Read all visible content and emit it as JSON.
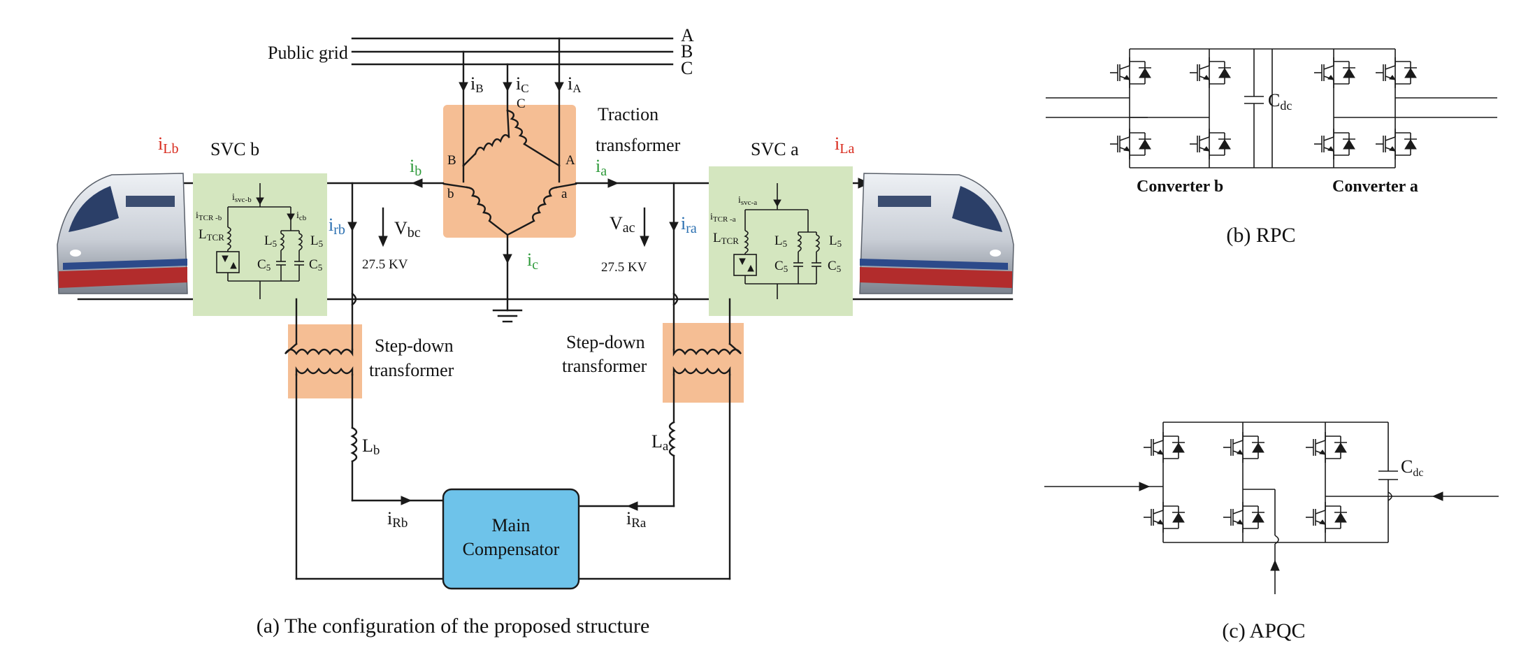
{
  "colors": {
    "current_green": "#2e9a3a",
    "current_blue": "#2a6fb0",
    "current_red": "#d8291c",
    "svc_box": "#d4e6bf",
    "transformer_box": "#f5be94",
    "compensator_box": "#6ec3ea"
  },
  "panel_a": {
    "caption": "(a) The configuration of the proposed structure",
    "grid_label": "Public grid",
    "phases": [
      "A",
      "B",
      "C"
    ],
    "grid_currents": {
      "B": "B",
      "C": "C",
      "A": "A"
    },
    "traction_transformer": {
      "title_line1": "Traction",
      "title_line2": "transformer",
      "corner_C": "C",
      "corner_B": "B",
      "corner_A": "A",
      "corner_b": "b",
      "corner_a": "a"
    },
    "currents": {
      "ib": "b",
      "ia": "a",
      "ic": "c",
      "irb": "rb",
      "ira": "ra",
      "iLb": "Lb",
      "iLa": "La",
      "iRb": "Rb",
      "iRa": "Ra"
    },
    "voltages": {
      "vbc_sub": "bc",
      "vac_sub": "ac",
      "vbc_level": "27.5 KV",
      "vac_level": "27.5 KV"
    },
    "svc_b": {
      "title": "SVC b",
      "isvc": "svc-b",
      "itcr": "TCR -b",
      "icb": "cb",
      "ltcr": "TCR",
      "l5": "5",
      "c5": "5"
    },
    "svc_a": {
      "title": "SVC a",
      "isvc": "svc-a",
      "itcr": "TCR -a",
      "ltcr": "TCR",
      "l5": "5",
      "c5": "5"
    },
    "stepdown_left": {
      "line1": "Step-down",
      "line2": "transformer"
    },
    "stepdown_right": {
      "line1": "Step-down",
      "line2": "transformer"
    },
    "inductor_left": {
      "letter": "L",
      "sub": "b"
    },
    "inductor_right": {
      "letter": "L",
      "sub": "a"
    },
    "main_compensator": {
      "line1": "Main",
      "line2": "Compensator"
    }
  },
  "panel_b": {
    "caption": "(b) RPC",
    "cdc_letter": "C",
    "cdc_sub": "dc",
    "converter_b": "Converter b",
    "converter_a": "Converter a"
  },
  "panel_c": {
    "caption": "(c) APQC",
    "cdc_letter": "C",
    "cdc_sub": "dc"
  }
}
